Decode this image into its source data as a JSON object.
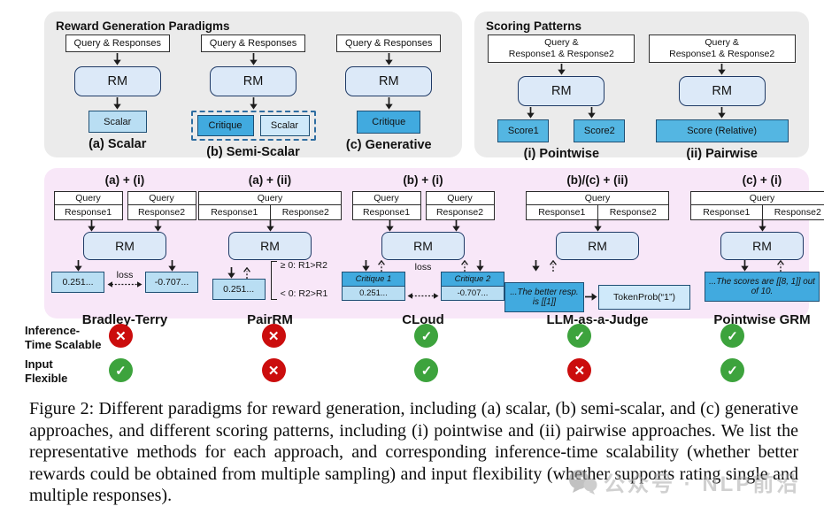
{
  "colors": {
    "panel_grey": "#ebebeb",
    "panel_pink": "#f8e7f8",
    "rm_fill": "#dce9f8",
    "rm_border": "#1f3a66",
    "box_light": "#b9def3",
    "box_lighter": "#cfe9fa",
    "box_dark": "#41aadf",
    "box_score": "#54b6e2",
    "box_border": "#1e4f74"
  },
  "icons": {
    "check": {
      "glyph": "✓",
      "color": "#3da33d"
    },
    "cross": {
      "glyph": "✕",
      "color": "#cb0d0d"
    }
  },
  "reward_panel": {
    "title": "Reward Generation Paradigms",
    "columns": [
      {
        "input": "Query & Responses",
        "rm": "RM",
        "outputs": [
          "Scalar"
        ],
        "caption": "(a) Scalar"
      },
      {
        "input": "Query & Responses",
        "rm": "RM",
        "outputs": [
          "Critique",
          "Scalar"
        ],
        "caption": "(b) Semi-Scalar"
      },
      {
        "input": "Query & Responses",
        "rm": "RM",
        "outputs": [
          "Critique"
        ],
        "caption": "(c) Generative"
      }
    ]
  },
  "scoring_panel": {
    "title": "Scoring Patterns",
    "columns": [
      {
        "input": [
          "Query &",
          "Response1 & Response2"
        ],
        "rm": "RM",
        "outputs": [
          "Score1",
          "Score2"
        ],
        "caption": "(i) Pointwise"
      },
      {
        "input": [
          "Query &",
          "Response1 & Response2"
        ],
        "rm": "RM",
        "outputs": [
          "Score (Relative)"
        ],
        "caption": "(ii) Pairwise"
      }
    ]
  },
  "methods_panel": {
    "columns": [
      {
        "header": "(a) + (i)",
        "inputs": {
          "q1": "Query",
          "r1": "Response1",
          "q2": "Query",
          "r2": "Response2"
        },
        "rm": "RM",
        "out1": "0.251...",
        "out2": "-0.707...",
        "loss_label": "loss",
        "name": "Bradley-Terry"
      },
      {
        "header": "(a) + (ii)",
        "inputs": {
          "q": "Query",
          "r1": "Response1",
          "r2": "Response2"
        },
        "rm": "RM",
        "out": "0.251...",
        "cond1": "≥ 0: R1>R2",
        "cond2": "< 0: R2>R1",
        "name": "PairRM"
      },
      {
        "header": "(b) + (i)",
        "inputs": {
          "q1": "Query",
          "r1": "Response1",
          "q2": "Query",
          "r2": "Response2"
        },
        "rm": "RM",
        "crit1": "Critique 1",
        "out1": "0.251...",
        "crit2": "Critique 2",
        "out2": "-0.707...",
        "loss_label": "loss",
        "name": "CLoud"
      },
      {
        "header": "(b)/(c) + (ii)",
        "inputs": {
          "q": "Query",
          "r1": "Response1",
          "r2": "Response2"
        },
        "rm": "RM",
        "out": "...The better resp. is [[1]]",
        "token": "TokenProb(“1”)",
        "name": "LLM-as-a-Judge"
      },
      {
        "header": "(c) + (i)",
        "inputs": {
          "q": "Query",
          "r1": "Response1",
          "r2": "Response2"
        },
        "rm": "RM",
        "out": "...The scores are [[8, 1]] out of 10.",
        "name": "Pointwise GRM"
      }
    ]
  },
  "matrix": {
    "row_labels": [
      [
        "Inference-",
        "Time Scalable"
      ],
      [
        "Input",
        "Flexible"
      ]
    ],
    "cells": [
      [
        "cross",
        "cross",
        "check",
        "check",
        "check"
      ],
      [
        "check",
        "cross",
        "check",
        "cross",
        "check"
      ]
    ]
  },
  "caption": "Figure 2: Different paradigms for reward generation, including (a) scalar, (b) semi-scalar, and (c) generative approaches, and different scoring patterns, including (i) pointwise and (ii) pairwise approaches. We list the representative methods for each approach, and corresponding inference-time scalability (whether better rewards could be obtained from multiple sampling) and input flexibility (whether supports rating single and multiple responses).",
  "watermark": "公众号 · NLP前沿"
}
